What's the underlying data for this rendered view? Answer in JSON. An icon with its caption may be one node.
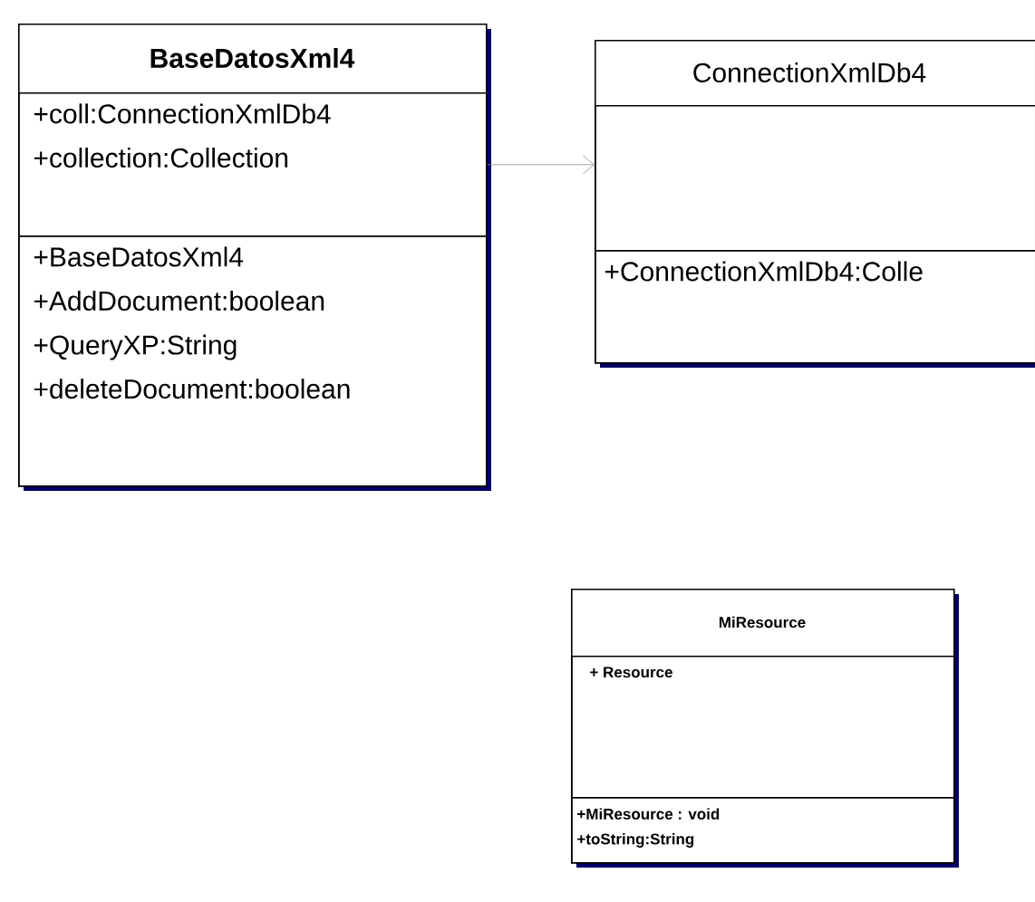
{
  "diagram": {
    "nodes": [
      {
        "text": [
          "BaseDatosXml4"
        ]
      },
      {
        "text": [
          "+coll:ConnectionXmlDb4",
          "+collection:Collection"
        ],
        "in": 0
      },
      {
        "text": [
          "+BaseDatosXml4",
          "+AddDocument:boolean",
          "+QueryXP:String",
          "+deleteDocument:boolean"
        ],
        "in": 0
      },
      {
        "text": [
          "ConnectionXmlDb4"
        ]
      },
      {
        "text": [],
        "shape": "box",
        "in": 3
      },
      {
        "text": [
          "+ConnectionXmlDb4:Colle"
        ],
        "in": 3
      },
      {
        "text": [
          "MiResource"
        ]
      },
      {
        "text": [
          "+ Resource"
        ],
        "in": 6
      },
      {
        "text": [
          "+MiResource : void",
          "+toString:String"
        ],
        "in": 6
      }
    ],
    "edges": [
      {
        "from": 1,
        "to": 4,
        "arrow": "to",
        "color": "#8c8c8c"
      }
    ]
  }
}
